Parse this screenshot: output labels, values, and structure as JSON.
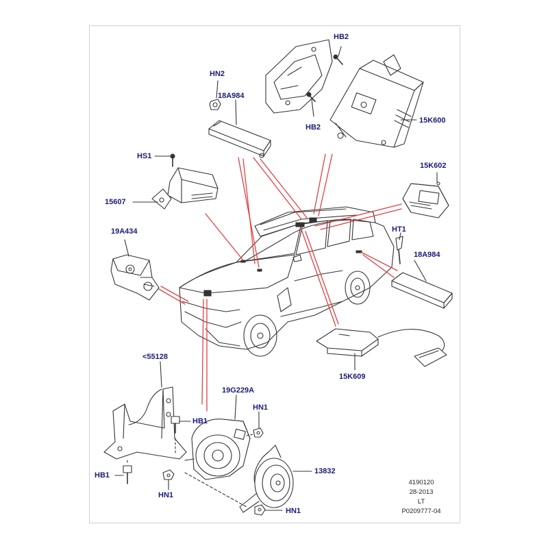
{
  "colors": {
    "label": "#1a1a7a",
    "line": "#333333",
    "leader_red": "#e04040",
    "frame": "#d0d0d0"
  },
  "labels": {
    "hb2_top": "HB2",
    "hn2": "HN2",
    "18a984_top": "18A984",
    "hb2_mid": "HB2",
    "15k600": "15K600",
    "hs1": "HS1",
    "15k602": "15K602",
    "15607": "15607",
    "19a434": "19A434",
    "ht1": "HT1",
    "18a984_right": "18A984",
    "15k609": "15K609",
    "55128": "<55128",
    "19g229a": "19G229A",
    "hn1_a": "HN1",
    "hb1_right": "HB1",
    "13832": "13832",
    "hb1_left": "HB1",
    "hn1_b": "HN1",
    "hn1_c": "HN1"
  },
  "reference": {
    "line1": "4190120",
    "line2": "28-2013",
    "line3": "LT",
    "line4": "P0209777-04"
  },
  "icons": [
    "alarm-sounder",
    "ecu-module",
    "sensor-module",
    "antenna-module",
    "horn",
    "bracket",
    "bolt",
    "nut",
    "vehicle"
  ]
}
